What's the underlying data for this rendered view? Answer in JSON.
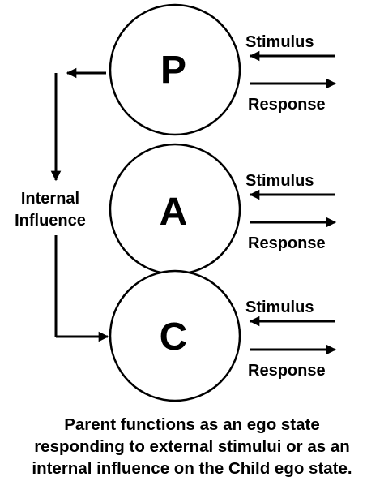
{
  "ego_states": [
    {
      "letter": "P",
      "stimulus_label": "Stimulus",
      "response_label": "Response"
    },
    {
      "letter": "A",
      "stimulus_label": "Stimulus",
      "response_label": "Response"
    },
    {
      "letter": "C",
      "stimulus_label": "Stimulus",
      "response_label": "Response"
    }
  ],
  "internal_influence": {
    "line1": "Internal",
    "line2": "Influence"
  },
  "caption": {
    "line1": "Parent functions as an ego state",
    "line2": "responding to external stimului or as an",
    "line3": "internal influence on the Child ego state."
  }
}
